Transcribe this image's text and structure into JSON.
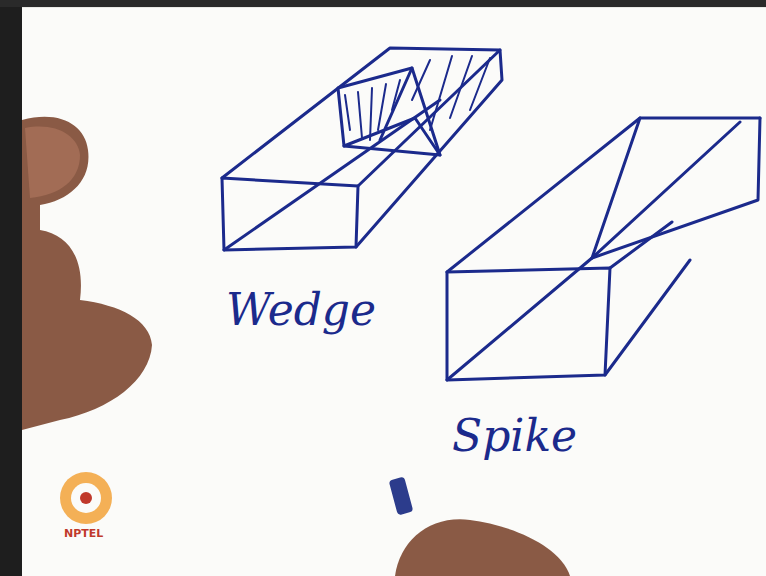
{
  "diagram": {
    "labels": [
      "Wedge",
      "Spike",
      "NPTEL"
    ]
  }
}
